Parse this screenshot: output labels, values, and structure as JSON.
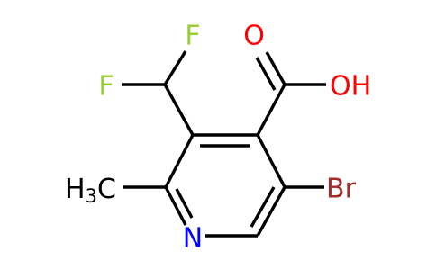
{
  "molecule": {
    "atoms": {
      "F_top": {
        "symbol": "F",
        "color": "#9acd32"
      },
      "F_left": {
        "symbol": "F",
        "color": "#9acd32"
      },
      "O_carbonyl": {
        "symbol": "O",
        "color": "#ff0000"
      },
      "OH": {
        "symbol": "OH",
        "color": "#ff0000"
      },
      "methyl": {
        "symbol": "H",
        "subscript": "3",
        "suffix": "C",
        "color": "#000000"
      },
      "Br": {
        "symbol": "Br",
        "color": "#a52a2a"
      },
      "N": {
        "symbol": "N",
        "color": "#0000ff"
      }
    },
    "bond_color": "#000000"
  }
}
